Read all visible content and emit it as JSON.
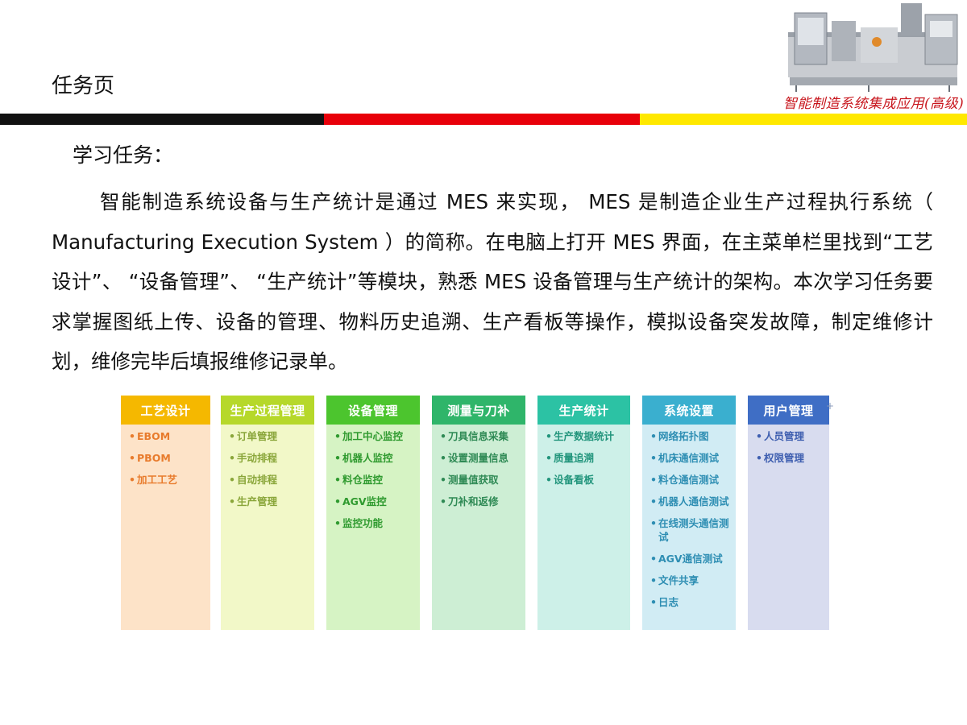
{
  "header": {
    "page_title": "任务页",
    "brand_caption": "智能制造系统集成应用(高级)",
    "stripe_colors": [
      "#111111",
      "#e8000a",
      "#ffe800"
    ]
  },
  "content": {
    "task_heading": "学习任务：",
    "task_body": "智能制造系统设备与生产统计是通过 MES 来实现， MES 是制造企业生产过程执行系统（ Manufacturing Execution System ）的简称。在电脑上打开 MES 界面，在主菜单栏里找到“工艺设计”、 “设备管理”、 “生产统计”等模块，熟悉 MES 设备管理与生产统计的架构。本次学习任务要求掌握图纸上传、设备的管理、物料历史追溯、生产看板等操作，模拟设备突发故障，制定维修计划，维修完毕后填报维修记录单。"
  },
  "menu": {
    "columns": [
      {
        "title": "工艺设计",
        "header_color": "#f5b800",
        "body_color": "#fde3c8",
        "text_color": "#e87b2c",
        "items": [
          "EBOM",
          "PBOM",
          "加工工艺"
        ]
      },
      {
        "title": "生产过程管理",
        "header_color": "#b6d82a",
        "body_color": "#f2f8c8",
        "text_color": "#8aa63a",
        "items": [
          "订单管理",
          "手动排程",
          "自动排程",
          "生产管理"
        ]
      },
      {
        "title": "设备管理",
        "header_color": "#4cc52e",
        "body_color": "#d6f3c4",
        "text_color": "#2f9a2f",
        "items": [
          "加工中心监控",
          "机器人监控",
          "料仓监控",
          "AGV监控",
          "监控功能"
        ]
      },
      {
        "title": "测量与刀补",
        "header_color": "#2fb56a",
        "body_color": "#cdeed4",
        "text_color": "#2f8a55",
        "items": [
          "刀具信息采集",
          "设置测量信息",
          "测量值获取",
          "刀补和返修"
        ]
      },
      {
        "title": "生产统计",
        "header_color": "#2cc2a4",
        "body_color": "#cdf0e8",
        "text_color": "#22957c",
        "items": [
          "生产数据统计",
          "质量追溯",
          "设备看板"
        ]
      },
      {
        "title": "系统设置",
        "header_color": "#3aafcf",
        "body_color": "#d1ecf4",
        "text_color": "#2e8eb3",
        "items": [
          "网络拓扑图",
          "机床通信测试",
          "料仓通信测试",
          "机器人通信测试",
          "在线测头通信测试",
          "AGV通信测试",
          "文件共享",
          "日志"
        ]
      },
      {
        "title": "用户管理",
        "header_color": "#3f6ec5",
        "body_color": "#d8dcef",
        "text_color": "#3f5fb0",
        "items": [
          "人员管理",
          "权限管理"
        ]
      }
    ],
    "plus_mark": "+"
  }
}
